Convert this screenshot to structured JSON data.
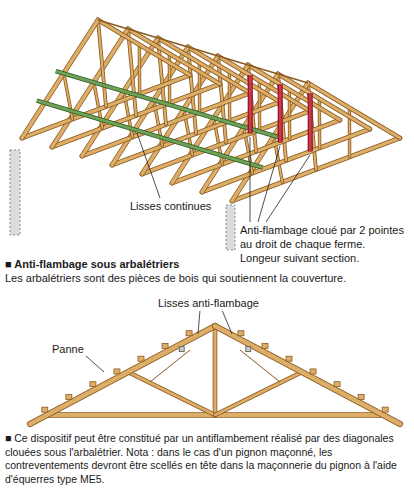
{
  "diagram": {
    "labels": [
      "Lisses continues",
      "Anti-flambage cloué par 2 pointes au droit de chaque ferme. Longeur suivant section.",
      "■ Anti-flambage sous arbalétriers",
      "Les arbalétriers sont des pièces de bois qui soutiennent la couverture.",
      "Lisses anti-flambage",
      "Panne",
      "■ Ce dispositif peut être constitué par un antiflambement réalisé par des diagonales clouées sous l'arbalétrier. Nota : dans le cas d'un pignon maçonné, les contreventements devront être scellés en tête dans la maçonnerie du pignon à l'aide d'équerres type ME5."
    ]
  }
}
